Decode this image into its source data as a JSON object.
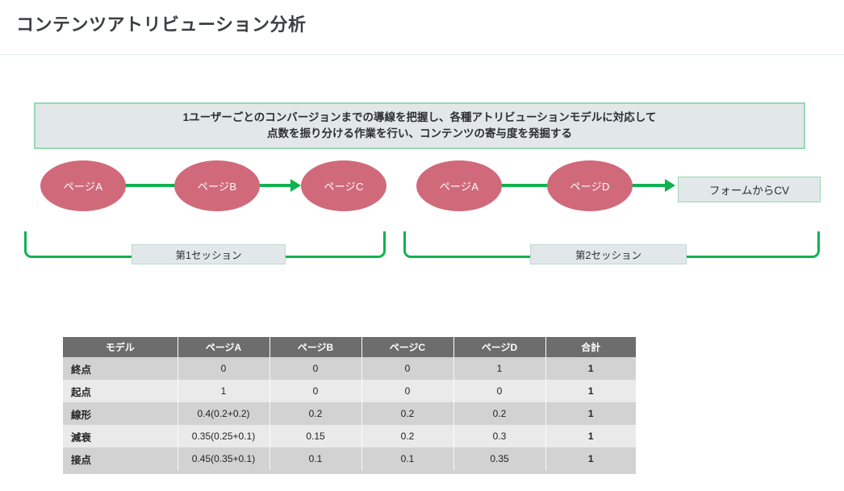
{
  "header": {
    "title": "コンテンツアトリビューション分析"
  },
  "description": {
    "line1": "1ユーザーごとのコンバージョンまでの導線を把握し、各種アトリビューションモデルに対応して",
    "line2": "点数を振り分ける作業を行い、コンテンツの寄与度を発掘する"
  },
  "flow": {
    "nodes": [
      {
        "id": "page-a-1",
        "label": "ページA"
      },
      {
        "id": "page-b",
        "label": "ページB"
      },
      {
        "id": "page-c",
        "label": "ページC"
      },
      {
        "id": "page-a-2",
        "label": "ページA"
      },
      {
        "id": "page-d",
        "label": "ページD"
      }
    ],
    "conversion_label": "フォームからCV",
    "sessions": [
      {
        "label": "第1セッション"
      },
      {
        "label": "第2セッション"
      }
    ]
  },
  "colors": {
    "node_fill": "#d06a7b",
    "arrow_green": "#10b24f",
    "callout_fill": "#e2e8ea",
    "callout_border": "#95d9b0",
    "table_header": "#6d6d6d",
    "row_odd": "#d2d2d2",
    "row_even": "#eaeaea"
  },
  "chart_data": {
    "type": "table",
    "title": "コンテンツアトリビューション分析",
    "columns": [
      "モデル",
      "ページA",
      "ページB",
      "ページC",
      "ページD",
      "合計"
    ],
    "rows": [
      {
        "model": "終点",
        "values": [
          "0",
          "0",
          "0",
          "1"
        ],
        "total": "1"
      },
      {
        "model": "起点",
        "values": [
          "1",
          "0",
          "0",
          "0"
        ],
        "total": "1"
      },
      {
        "model": "線形",
        "values": [
          "0.4(0.2+0.2)",
          "0.2",
          "0.2",
          "0.2"
        ],
        "total": "1"
      },
      {
        "model": "減衰",
        "values": [
          "0.35(0.25+0.1)",
          "0.15",
          "0.2",
          "0.3"
        ],
        "total": "1"
      },
      {
        "model": "接点",
        "values": [
          "0.45(0.35+0.1)",
          "0.1",
          "0.1",
          "0.35"
        ],
        "total": "1"
      }
    ]
  }
}
